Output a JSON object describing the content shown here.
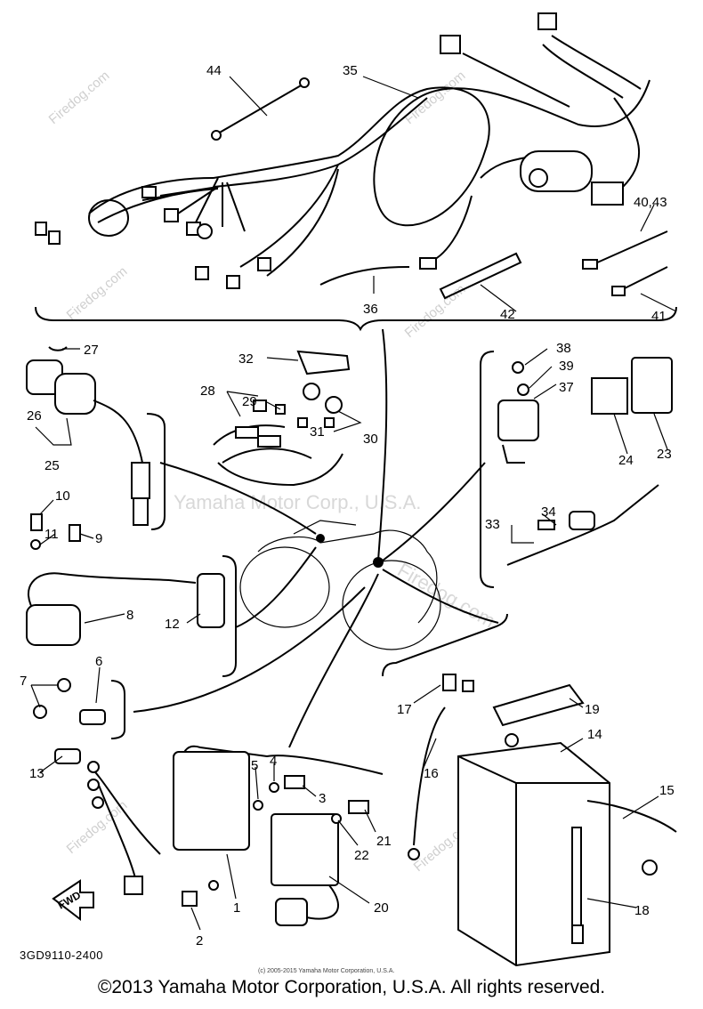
{
  "diagram": {
    "code": "3GD9110-2400",
    "fwd_label": "FWD",
    "fine_print": "(c) 2005-2015 Yamaha Motor Corporation, U.S.A.",
    "copyright": "©2013 Yamaha Motor Corporation, U.S.A. All rights reserved.",
    "watermark_center": "Yamaha Motor Corp., U.S.A.",
    "watermark_site": "Firedog.com",
    "watermark_site_lower": "Firedog.com"
  },
  "callouts": [
    {
      "id": "44",
      "text": "44"
    },
    {
      "id": "35",
      "text": "35"
    },
    {
      "id": "40-43",
      "text": "40,43"
    },
    {
      "id": "36",
      "text": "36"
    },
    {
      "id": "42",
      "text": "42"
    },
    {
      "id": "41",
      "text": "41"
    },
    {
      "id": "27",
      "text": "27"
    },
    {
      "id": "32",
      "text": "32"
    },
    {
      "id": "38",
      "text": "38"
    },
    {
      "id": "39",
      "text": "39"
    },
    {
      "id": "37",
      "text": "37"
    },
    {
      "id": "28",
      "text": "28"
    },
    {
      "id": "29",
      "text": "29"
    },
    {
      "id": "31",
      "text": "31"
    },
    {
      "id": "30",
      "text": "30"
    },
    {
      "id": "26",
      "text": "26"
    },
    {
      "id": "25",
      "text": "25"
    },
    {
      "id": "24",
      "text": "24"
    },
    {
      "id": "23",
      "text": "23"
    },
    {
      "id": "10",
      "text": "10"
    },
    {
      "id": "11",
      "text": "11"
    },
    {
      "id": "9",
      "text": "9"
    },
    {
      "id": "34",
      "text": "34"
    },
    {
      "id": "33",
      "text": "33"
    },
    {
      "id": "8",
      "text": "8"
    },
    {
      "id": "12",
      "text": "12"
    },
    {
      "id": "6",
      "text": "6"
    },
    {
      "id": "7",
      "text": "7"
    },
    {
      "id": "13",
      "text": "13"
    },
    {
      "id": "17",
      "text": "17"
    },
    {
      "id": "19",
      "text": "19"
    },
    {
      "id": "14",
      "text": "14"
    },
    {
      "id": "16",
      "text": "16"
    },
    {
      "id": "5",
      "text": "5"
    },
    {
      "id": "4",
      "text": "4"
    },
    {
      "id": "3",
      "text": "3"
    },
    {
      "id": "15",
      "text": "15"
    },
    {
      "id": "21",
      "text": "21"
    },
    {
      "id": "22",
      "text": "22"
    },
    {
      "id": "1",
      "text": "1"
    },
    {
      "id": "20",
      "text": "20"
    },
    {
      "id": "18",
      "text": "18"
    },
    {
      "id": "2",
      "text": "2"
    }
  ]
}
